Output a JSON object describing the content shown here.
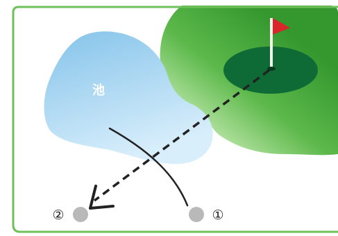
{
  "diagram": {
    "pond_label": "池",
    "positions": [
      {
        "id": "position-2",
        "label": "②"
      },
      {
        "id": "position-1",
        "label": "①"
      }
    ],
    "colors": {
      "frame": "#6fbf5a",
      "fairway": "#3fa23a",
      "fairway_light": "#9fd98a",
      "green": "#0f6b36",
      "pond_top": "#8ec9ec",
      "pond_bottom": "#d6eefb",
      "flag": "#d9262a",
      "ball": "#b9b9b9"
    }
  }
}
